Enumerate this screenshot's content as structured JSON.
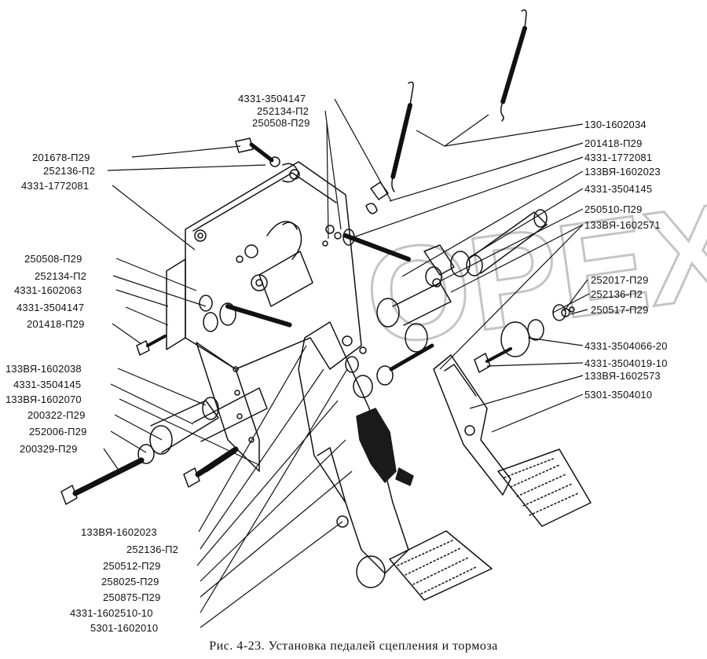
{
  "caption": "Рис. 4-23. Установка педалей сцепления и тормоза",
  "watermark": "OPEX",
  "colors": {
    "ink": "#111111",
    "paper": "#ffffff",
    "watermark": "#b8b8b8",
    "rubber": "#1a1a1a"
  },
  "callouts": {
    "left": [
      {
        "id": "l1",
        "text": "4331-3504147"
      },
      {
        "id": "l2",
        "text": "252134-П2"
      },
      {
        "id": "l3",
        "text": "250508-П29"
      },
      {
        "id": "l4",
        "text": "201678-П29"
      },
      {
        "id": "l5",
        "text": "252136-П2"
      },
      {
        "id": "l6",
        "text": "4331-1772081"
      },
      {
        "id": "l7",
        "text": "250508-П29"
      },
      {
        "id": "l8",
        "text": "252134-П2"
      },
      {
        "id": "l9",
        "text": "4331-1602063"
      },
      {
        "id": "l10",
        "text": "4331-3504147"
      },
      {
        "id": "l11",
        "text": "201418-П29"
      },
      {
        "id": "l12",
        "text": "133ВЯ-1602038"
      },
      {
        "id": "l13",
        "text": "4331-3504145"
      },
      {
        "id": "l14",
        "text": "133ВЯ-1602070"
      },
      {
        "id": "l15",
        "text": "200322-П29"
      },
      {
        "id": "l16",
        "text": "252006-П29"
      },
      {
        "id": "l17",
        "text": "200329-П29"
      }
    ],
    "bottom": [
      {
        "id": "b1",
        "text": "133ВЯ-1602023"
      },
      {
        "id": "b2",
        "text": "252136-П2"
      },
      {
        "id": "b3",
        "text": "250512-П29"
      },
      {
        "id": "b4",
        "text": "258025-П29"
      },
      {
        "id": "b5",
        "text": "250875-П29"
      },
      {
        "id": "b6",
        "text": "4331-1602510-10"
      },
      {
        "id": "b7",
        "text": "5301-1602010"
      }
    ],
    "right": [
      {
        "id": "r1",
        "text": "130-1602034"
      },
      {
        "id": "r2",
        "text": "201418-П29"
      },
      {
        "id": "r3",
        "text": "4331-1772081"
      },
      {
        "id": "r4",
        "text": "133ВЯ-1602023"
      },
      {
        "id": "r5",
        "text": "4331-3504145"
      },
      {
        "id": "r6",
        "text": "250510-П29"
      },
      {
        "id": "r7",
        "text": "133ВЯ-1602571"
      },
      {
        "id": "r8",
        "text": "252017-П29"
      },
      {
        "id": "r9",
        "text": "252136-П2"
      },
      {
        "id": "r10",
        "text": "250517-П29"
      },
      {
        "id": "r11",
        "text": "4331-3504066-20"
      },
      {
        "id": "r12",
        "text": "4331-3504019-10"
      },
      {
        "id": "r13",
        "text": "133ВЯ-1602573"
      },
      {
        "id": "r14",
        "text": "5301-3504010"
      }
    ]
  }
}
